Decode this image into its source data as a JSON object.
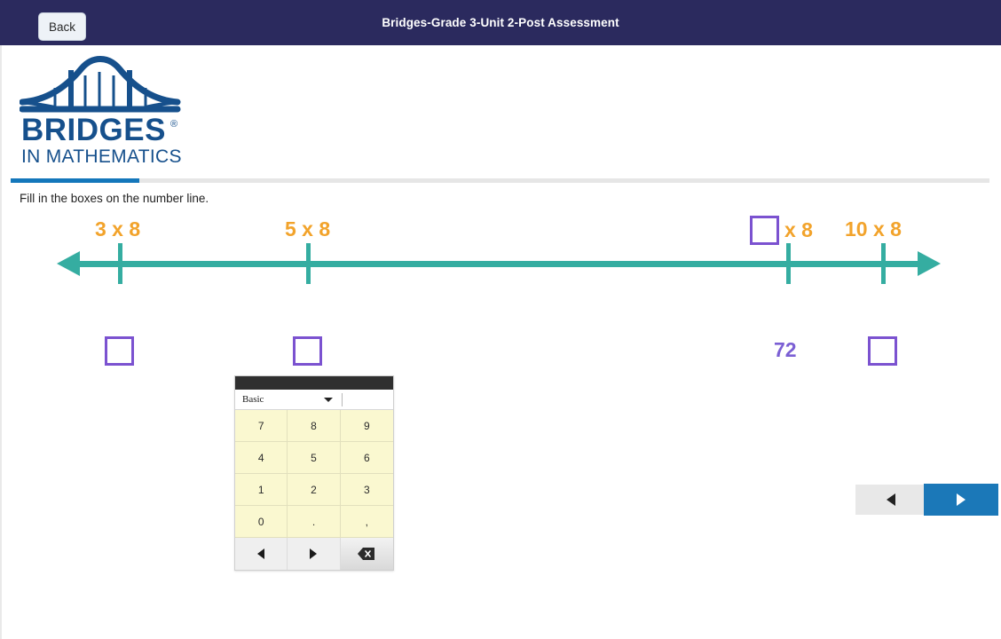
{
  "topbar": {
    "back_label": "Back",
    "title": "Bridges-Grade 3-Unit 2-Post Assessment",
    "background_color": "#2b2a5e"
  },
  "logo": {
    "brand_line1": "BRIDGES",
    "registered_mark": "®",
    "brand_line2": "IN MATHEMATICS",
    "color": "#16508c",
    "icon_name": "bridge-icon"
  },
  "progress": {
    "percent": 13,
    "fill_color": "#1477bb",
    "track_color": "#e6e6e6"
  },
  "instruction": "Fill in the boxes on the number line.",
  "number_line": {
    "line_color": "#35ada1",
    "label_color": "#f2a32b",
    "value_color": "#7b5fd4",
    "box_border_color": "#7b52d0",
    "points": [
      {
        "label": "3 x 8",
        "value": "",
        "has_input_box_below": true,
        "label_has_input_box": false
      },
      {
        "label": "5 x 8",
        "value": "",
        "has_input_box_below": true,
        "label_has_input_box": false
      },
      {
        "label": "x 8",
        "value": "72",
        "has_input_box_below": false,
        "label_has_input_box": true
      },
      {
        "label": "10 x 8",
        "value": "",
        "has_input_box_below": true,
        "label_has_input_box": false
      }
    ]
  },
  "keypad": {
    "mode_label": "Basic",
    "caret_icon": "chevron-down-icon",
    "keys": [
      "7",
      "8",
      "9",
      "4",
      "5",
      "6",
      "1",
      "2",
      "3",
      "0",
      ".",
      ","
    ],
    "nav": {
      "left_icon": "triangle-left-icon",
      "right_icon": "triangle-right-icon",
      "backspace_icon": "backspace-icon"
    },
    "key_color": "#faf8d0"
  },
  "footer_nav": {
    "prev_icon": "triangle-left-icon",
    "next_icon": "triangle-right-icon",
    "prev_color": "#e8e8e8",
    "next_color": "#1b78b8"
  }
}
